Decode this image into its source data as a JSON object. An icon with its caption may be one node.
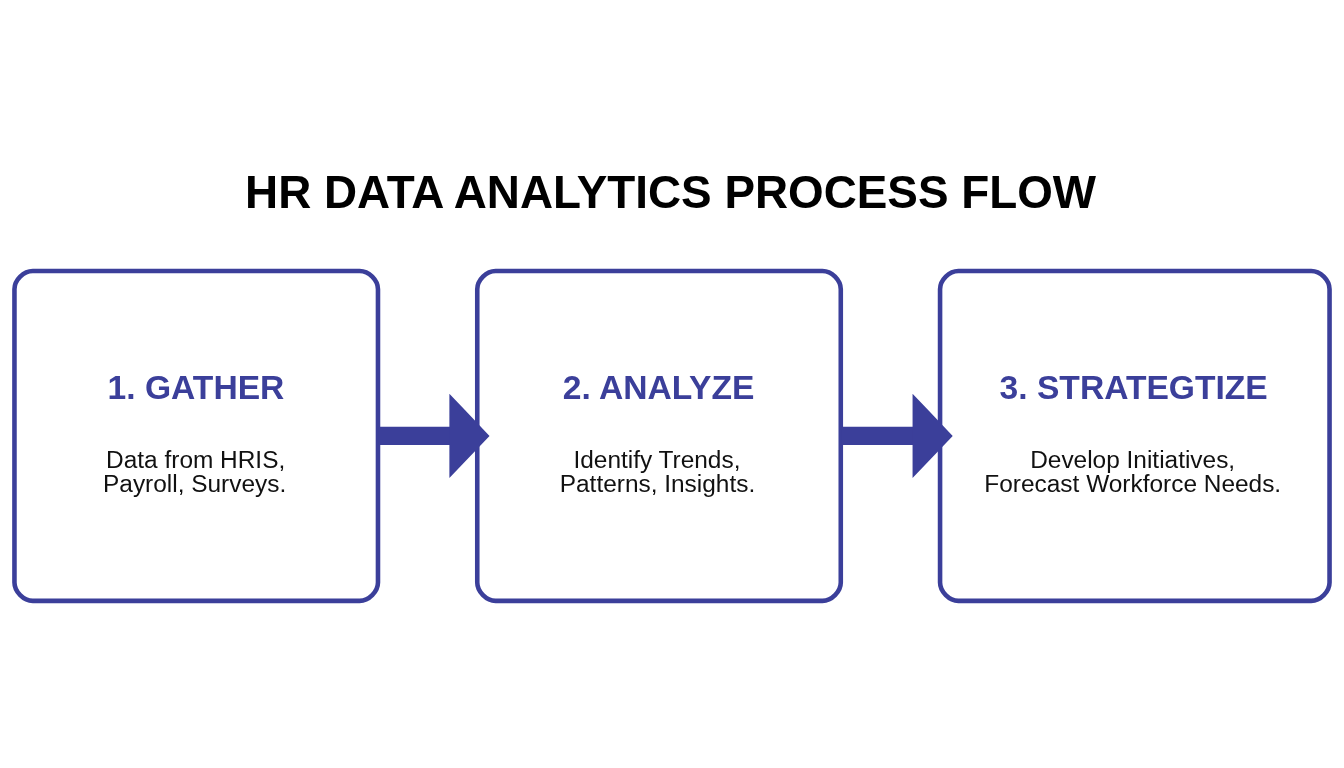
{
  "diagram": {
    "title": "HR DATA ANALYTICS PROCESS FLOW",
    "nodes": [
      {
        "text": [
          "1. GATHER",
          "Data from HRIS, Payroll, Surveys."
        ]
      },
      {
        "text": [
          "2. ANALYZE",
          "Identify Trends, Patterns, Insights."
        ]
      },
      {
        "text": [
          "3. STRATEGTIZE",
          "Develop Initiatives, Forecast Workforce Needs."
        ]
      }
    ],
    "edges": [
      {
        "from": 0,
        "to": 1,
        "arrow": "to"
      },
      {
        "from": 1,
        "to": 2,
        "arrow": "to"
      }
    ]
  }
}
